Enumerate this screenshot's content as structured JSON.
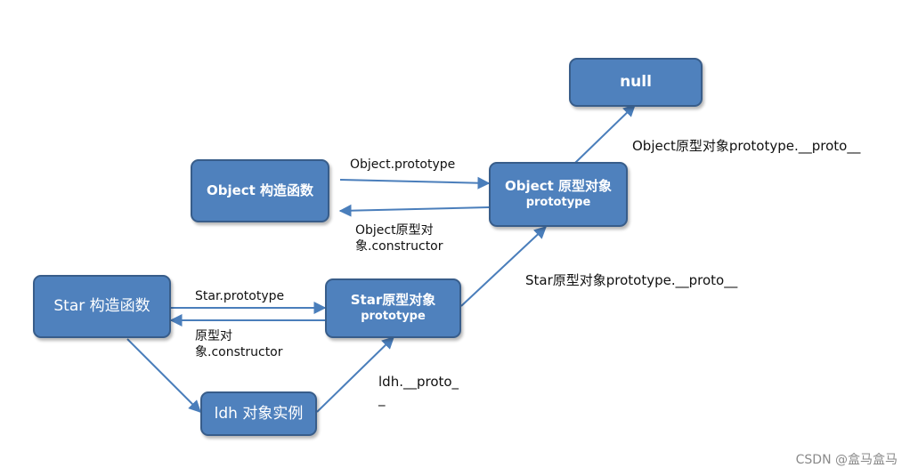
{
  "nodes": {
    "null": {
      "label": "null"
    },
    "object_ctor": {
      "label": "Object 构造函数"
    },
    "object_proto": {
      "label": "Object 原型对象",
      "sub": "prototype"
    },
    "star_ctor": {
      "label": "Star 构造函数"
    },
    "star_proto": {
      "label": "Star原型对象",
      "sub": "prototype"
    },
    "ldh": {
      "label": "ldh 对象实例"
    }
  },
  "edges": {
    "object_prototype": "Object.prototype",
    "object_constructor_1": "Object原型对",
    "object_constructor_2": "象.constructor",
    "object_proto_proto": "Object原型对象prototype.__proto__",
    "star_prototype": "Star.prototype",
    "star_constructor_1": "原型对",
    "star_constructor_2": "象.constructor",
    "star_proto_proto": "Star原型对象prototype.__proto__",
    "ldh_proto_1": "ldh.__proto_",
    "ldh_proto_2": "_"
  },
  "watermark": "CSDN @盒马盒马",
  "colors": {
    "box_fill": "#4f81bd",
    "box_border": "#385d8a",
    "arrow": "#4a7ebb",
    "text": "#111111",
    "watermark": "#8a8a8a"
  }
}
